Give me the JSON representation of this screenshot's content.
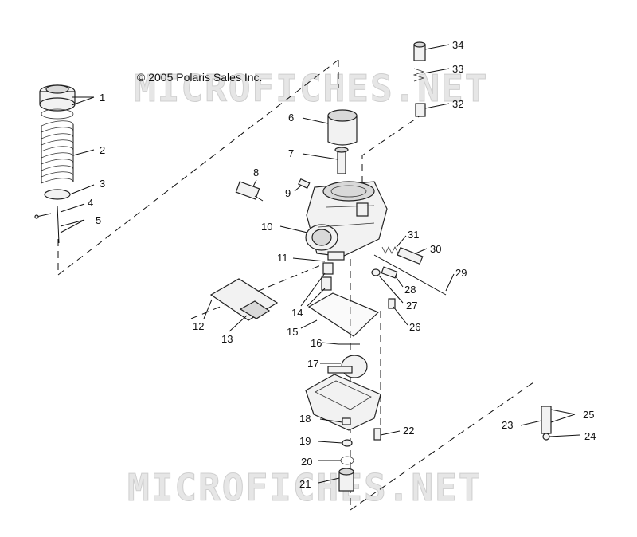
{
  "copyright": "© 2005 Polaris Sales Inc.",
  "watermark": "MICROFICHES.NET",
  "callouts": [
    "1",
    "2",
    "3",
    "4",
    "5",
    "6",
    "7",
    "8",
    "9",
    "10",
    "11",
    "12",
    "13",
    "14",
    "15",
    "16",
    "17",
    "18",
    "19",
    "20",
    "21",
    "22",
    "23",
    "24",
    "25",
    "26",
    "27",
    "28",
    "29",
    "30",
    "31",
    "32",
    "33",
    "34"
  ]
}
